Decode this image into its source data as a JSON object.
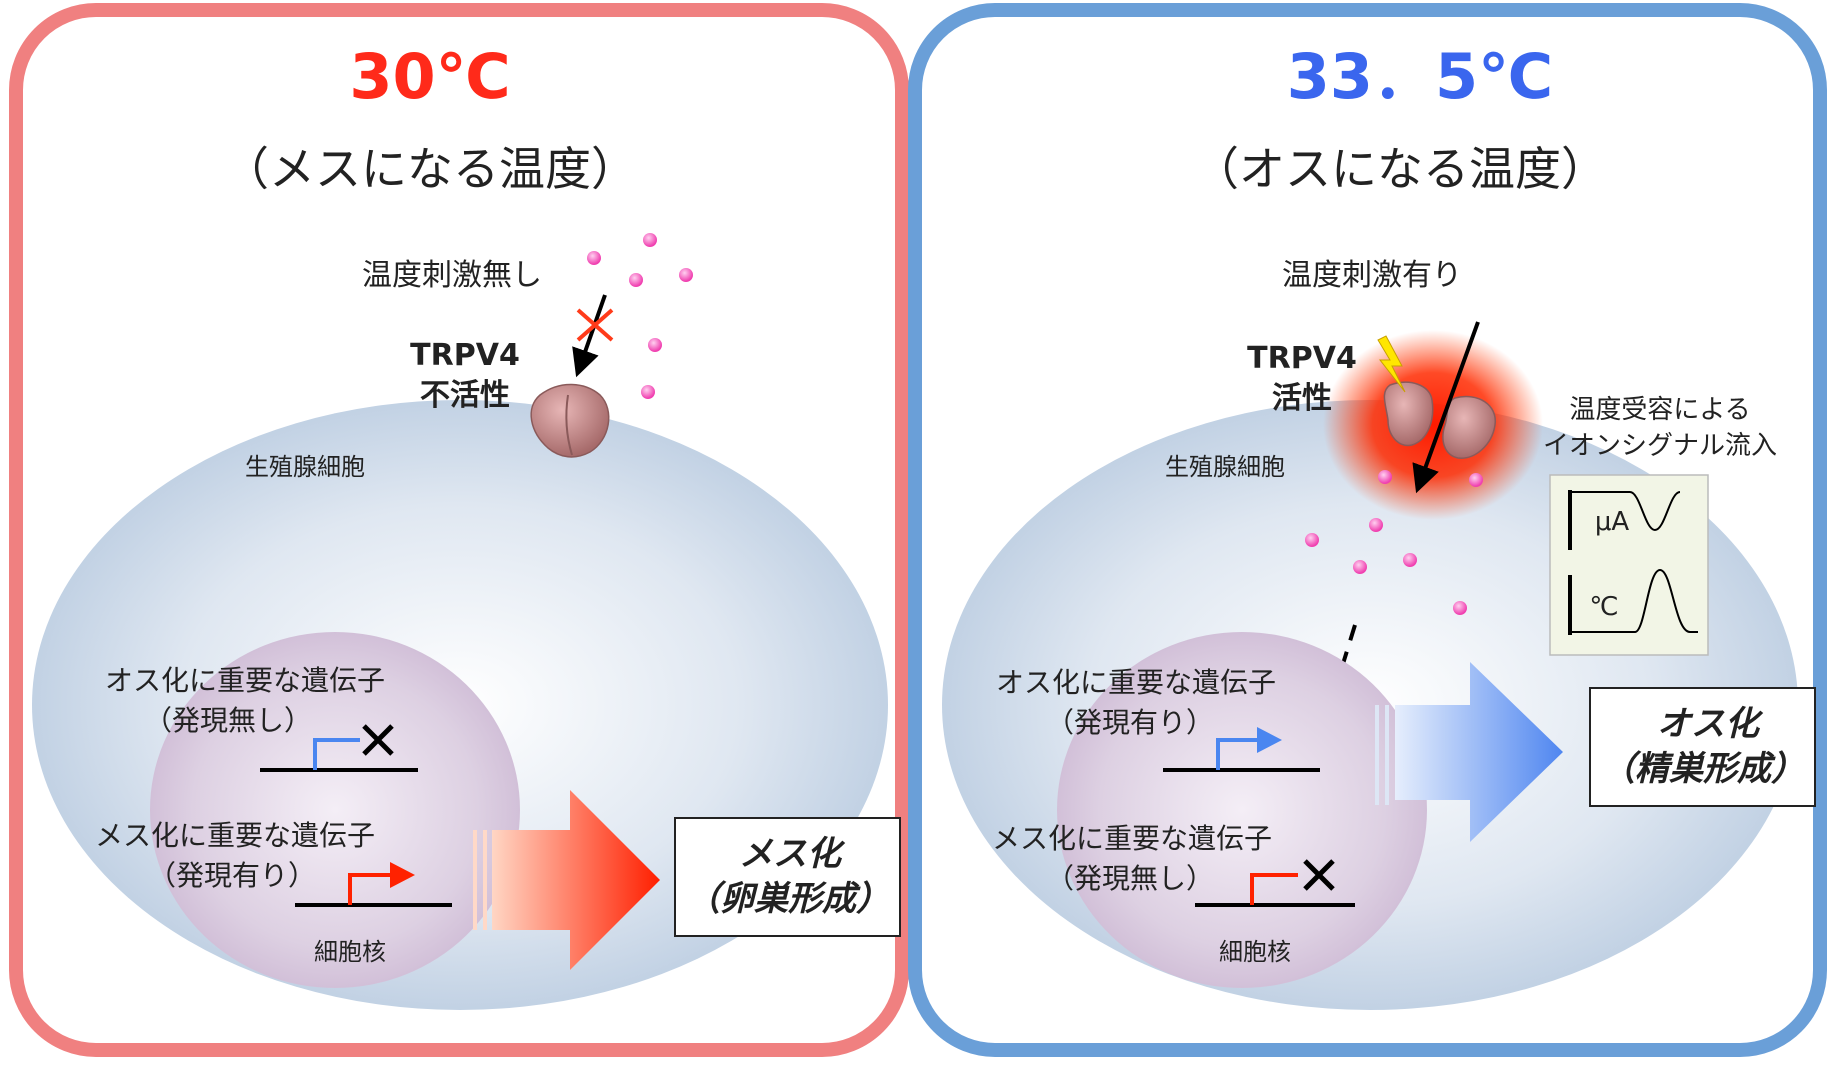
{
  "left": {
    "temperature": "30℃",
    "subtitle": "（メスになる温度）",
    "stimulus": "温度刺激無し",
    "channel_name": "TRPV4",
    "channel_state": "不活性",
    "cell_label": "生殖腺細胞",
    "gene1_label": "オス化に重要な遺伝子",
    "gene1_expr": "（発現無し）",
    "gene2_label": "メス化に重要な遺伝子",
    "gene2_expr": "（発現有り）",
    "nucleus_label": "細胞核",
    "outcome_line1": "メス化",
    "outcome_line2": "（卵巣形成）"
  },
  "right": {
    "temperature": "33．5℃",
    "subtitle": "（オスになる温度）",
    "stimulus": "温度刺激有り",
    "channel_name": "TRPV4",
    "channel_state": "活性",
    "cell_label": "生殖腺細胞",
    "receptor_note_line1": "温度受容による",
    "receptor_note_line2": "イオンシグナル流入",
    "inset_current_label": "μA",
    "inset_temp_label": "℃",
    "gene1_label": "オス化に重要な遺伝子",
    "gene1_expr": "（発現有り）",
    "gene2_label": "メス化に重要な遺伝子",
    "gene2_expr": "（発現無し）",
    "nucleus_label": "細胞核",
    "outcome_line1": "オス化",
    "outcome_line2": "（精巣形成）"
  },
  "colors": {
    "left_border": "#f08080",
    "right_border": "#6a9fd8",
    "left_title": "#ff2a1a",
    "right_title": "#3a66ee",
    "ion": "#f050b8",
    "cell": "#c9d8ea",
    "nucleus": "#d6c6dc",
    "red_arrow": "#ff2200",
    "blue_arrow": "#4f86f0",
    "channel": "#b87a7a"
  }
}
